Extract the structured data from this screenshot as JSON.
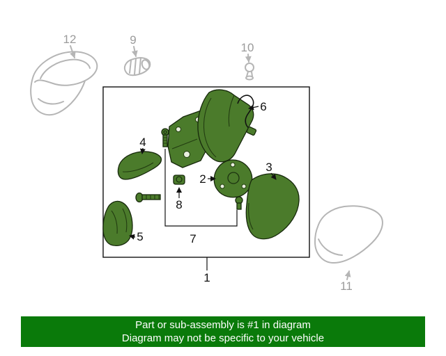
{
  "diagram": {
    "labels": {
      "p1": "1",
      "p2": "2",
      "p3": "3",
      "p4": "4",
      "p5": "5",
      "p6": "6",
      "p7": "7",
      "p8": "8",
      "p9": "9",
      "p10": "10",
      "p11": "11",
      "p12": "12"
    }
  },
  "banner": {
    "line1": "Part or sub-assembly is #1 in diagram",
    "line2": "Diagram may not be specific to your vehicle"
  },
  "colors": {
    "highlight_part": "#4b7b2b",
    "muted_part": "#b5b5b5",
    "banner_bg": "#0a7a0a",
    "banner_text": "#ffffff",
    "label_dark": "#111111",
    "label_muted": "#9b9b9b"
  }
}
